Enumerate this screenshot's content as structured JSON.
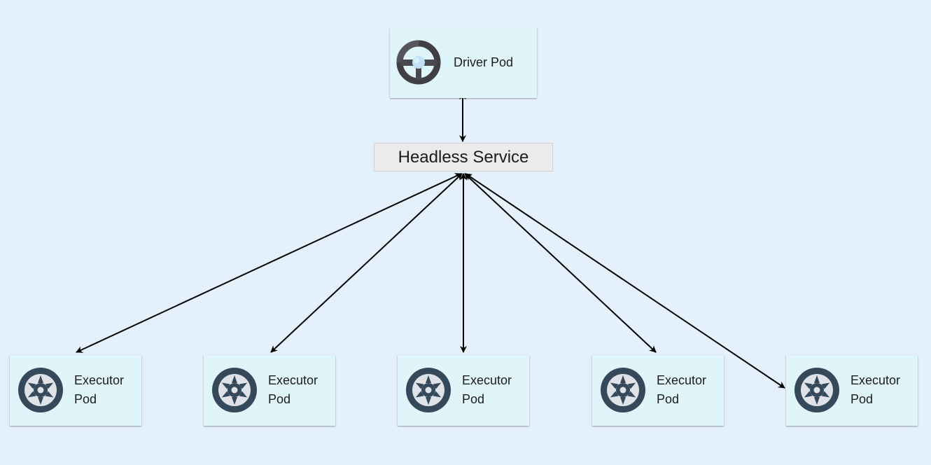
{
  "driver": {
    "label": "Driver Pod",
    "icon": "steering-wheel-icon"
  },
  "service": {
    "label": "Headless Service"
  },
  "executors": [
    {
      "label": "Executor Pod",
      "icon": "wheel-icon"
    },
    {
      "label": "Executor Pod",
      "icon": "wheel-icon"
    },
    {
      "label": "Executor Pod",
      "icon": "wheel-icon"
    },
    {
      "label": "Executor Pod",
      "icon": "wheel-icon"
    },
    {
      "label": "Executor Pod",
      "icon": "wheel-icon"
    }
  ],
  "colors": {
    "background": "#e4f0fc",
    "pod_fill": "#e0f5fa",
    "service_fill": "#ebebeb",
    "icon_dark": "#34495a",
    "arrow": "#000000"
  }
}
